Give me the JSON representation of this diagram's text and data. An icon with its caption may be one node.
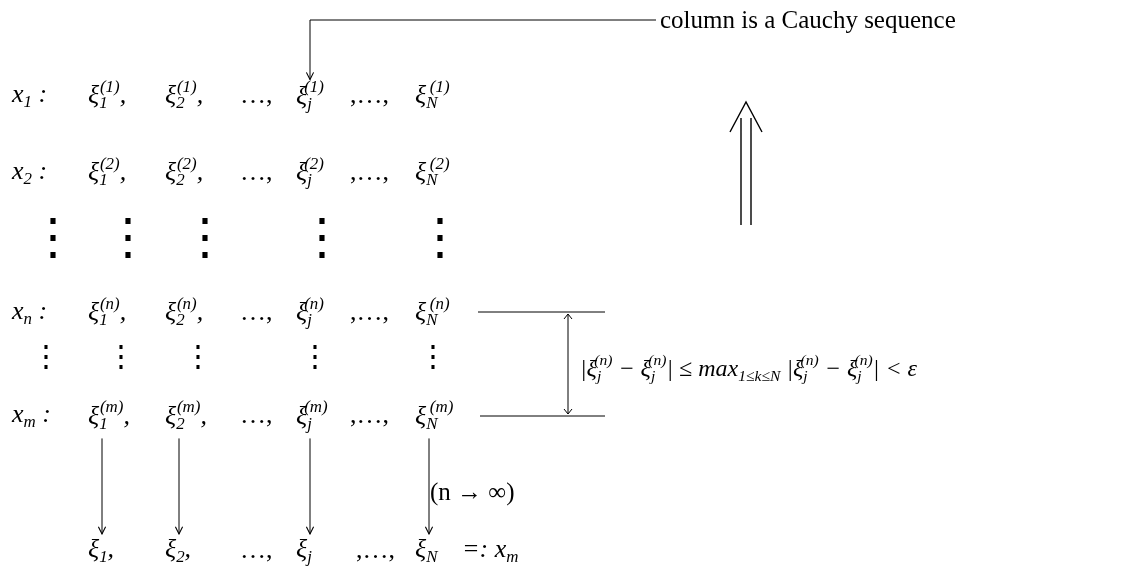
{
  "diagram": {
    "nodes": [
      {
        "text": [
          "column is a Cauchy sequence"
        ]
      },
      {
        "text": [
          "ξ$_{j}$$^{(1)}$"
        ]
      },
      {
        "text": [
          "ξ$_{1}$$^{(m)}$,"
        ]
      },
      {
        "text": [
          "ξ$_{2}$$^{(m)}$,"
        ]
      },
      {
        "text": [
          "ξ$_{j}$$^{(m)}$"
        ]
      },
      {
        "text": [
          "ξ$_{N}$$^{(m)}$"
        ]
      },
      {
        "text": [
          "ξ$_{1}$,"
        ]
      },
      {
        "text": [
          "ξ$_{2}$,"
        ]
      },
      {
        "text": [
          "ξ$_{j}$"
        ]
      },
      {
        "text": [
          "ξ$_{N}$"
        ]
      }
    ],
    "edges": [
      {
        "from": 0,
        "to": 1,
        "arrow": "to"
      },
      {
        "from": 2,
        "to": 6,
        "arrow": "to"
      },
      {
        "from": 3,
        "to": 7,
        "arrow": "to"
      },
      {
        "from": 4,
        "to": 8,
        "arrow": "to"
      },
      {
        "from": 5,
        "to": 9,
        "arrow": "to"
      }
    ],
    "labels": [
      "x$_{1}$ :",
      "ξ$_{1}$$^{(1)}$,",
      "ξ$_{2}$$^{(1)}$,",
      "…,",
      ",…,",
      "ξ$_{N}$$^{(1)}$",
      "x$_{2}$ :",
      "ξ$_{1}$$^{(2)}$,",
      "ξ$_{2}$$^{(2)}$,",
      "…,",
      "ξ$_{j}$$^{(2)}$",
      ",…,",
      "ξ$_{N}$$^{(2)}$",
      "⋮",
      "⋮",
      "⋮",
      "⋮",
      "⋮",
      "x$_{n}$ :",
      "ξ$_{1}$$^{(n)}$,",
      "ξ$_{2}$$^{(n)}$,",
      "…,",
      "ξ$_{j}$$^{(n)}$",
      ",…,",
      "ξ$_{N}$$^{(n)}$",
      "⋮",
      "⋮",
      "⋮",
      "⋮",
      "⋮",
      "x$_{m}$ :",
      "…,",
      ",…,",
      "|ξ$_{j}$$^{(n)}$ − ξ$_{j}$$^{(n)}$| ≤ max$_{1≤k≤N}$ |ξ$_{j}$$^{(n)}$ − ξ$_{j}$$^{(n)}$| < ε",
      "(n → ∞)",
      "…,",
      ",…,",
      "=: x$_{m}$"
    ]
  }
}
